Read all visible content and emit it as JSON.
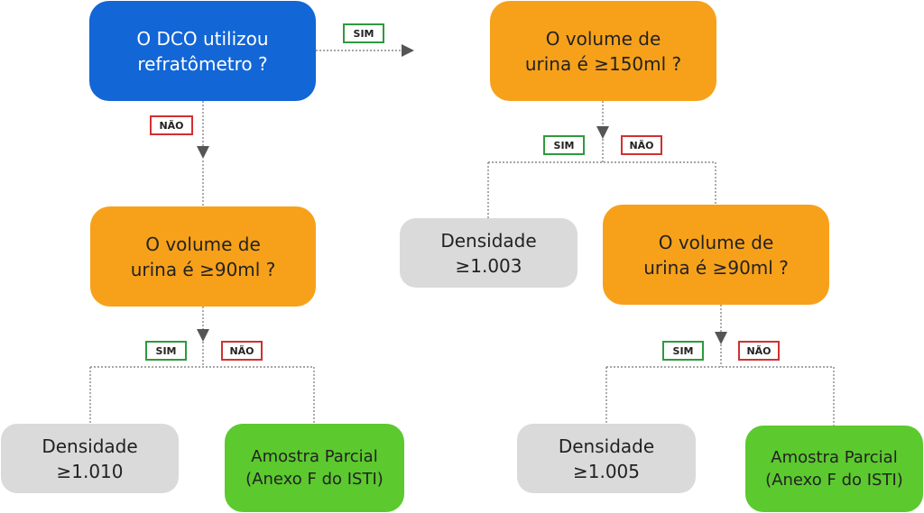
{
  "colors": {
    "decision_start": "#1266d6",
    "decision": "#f7a11a",
    "density_result": "#dadada",
    "sample_result": "#5cc92f",
    "yes_border": "#2e9a3c",
    "no_border": "#d23030"
  },
  "nodes": {
    "q_refractometer": "O DCO utilizou\nrefratômetro ?",
    "q_volume_150": "O volume de\nurina é ≥150ml ?",
    "q_volume_90_left": "O volume de\nurina é ≥90ml ?",
    "density_1003": "Densidade\n≥1.003",
    "q_volume_90_right": "O volume de\nurina é ≥90ml ?",
    "density_1010": "Densidade\n≥1.010",
    "partial_sample_left": "Amostra Parcial\n(Anexo F do ISTI)",
    "density_1005": "Densidade\n≥1.005",
    "partial_sample_right": "Amostra Parcial\n(Anexo F do ISTI)"
  },
  "labels": {
    "yes": "SIM",
    "no": "NÃO"
  }
}
